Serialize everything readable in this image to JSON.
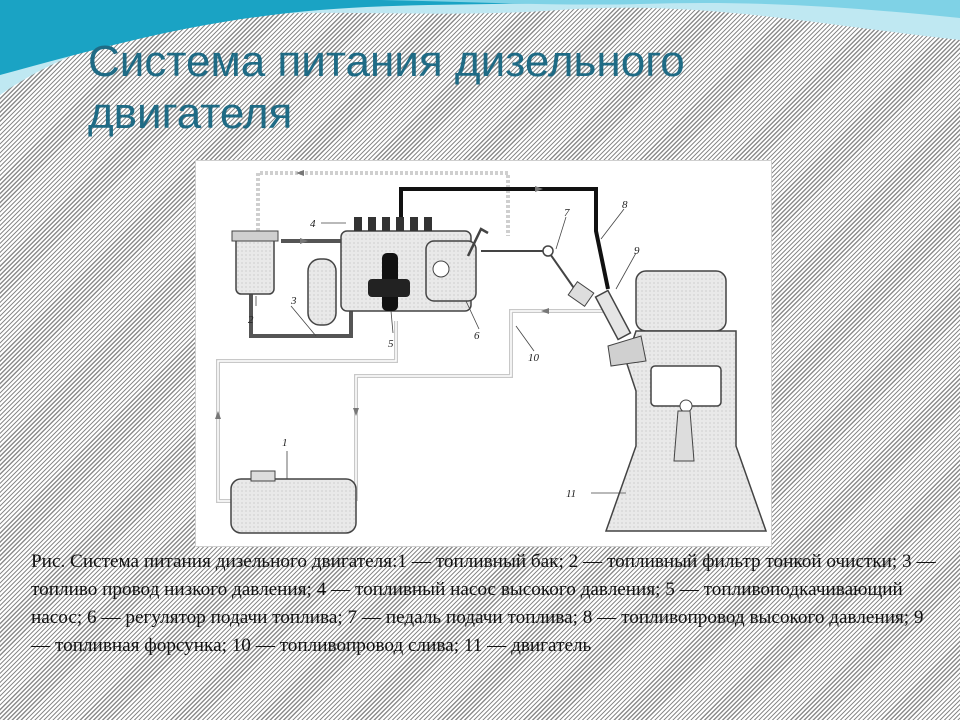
{
  "slide": {
    "title": "Система питания дизельного двигателя",
    "caption": "Рис. Система питания дизельного двигателя:1 — топливный бак; 2 — топливный фильтр тонкой очистки; 3 — топливо провод низкого давления; 4 — топливный насос высокого давления; 5 — топливоподкачивающий насос; 6 — регулятор подачи топлива; 7 — педаль подачи топлива; 8 — топливопровод высокого давления; 9 — топливная форсунка; 10 — топливопровод слива; 11 — двигатель"
  },
  "diagram": {
    "labels": {
      "tank": "1",
      "filter": "2",
      "low_pressure_line": "3",
      "hp_pump": "4",
      "feed_pump": "5",
      "regulator": "6",
      "pedal": "7",
      "hp_line": "8",
      "injector": "9",
      "drain_line": "10",
      "engine": "11"
    }
  },
  "colors": {
    "title": "#1f6b85",
    "wave_dark": "#1aa3c4",
    "wave_light": "#bfe8f2"
  }
}
